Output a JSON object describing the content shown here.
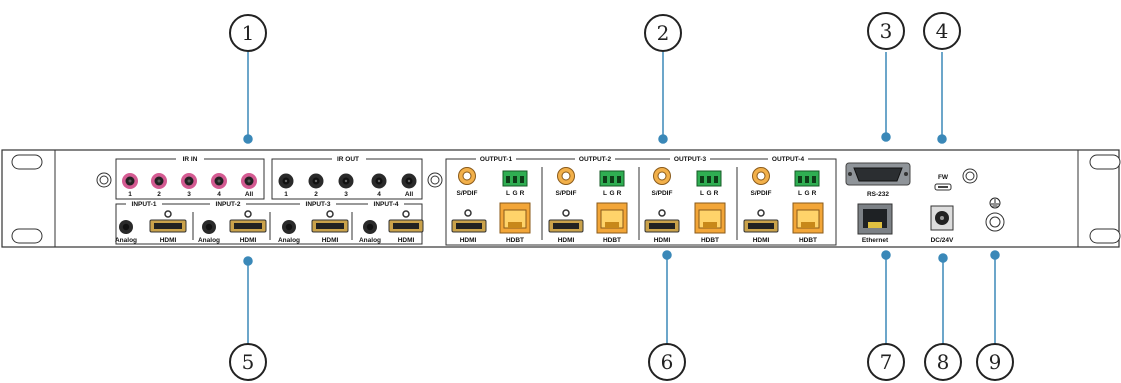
{
  "callouts": [
    "1",
    "2",
    "3",
    "4",
    "5",
    "6",
    "7",
    "8",
    "9"
  ],
  "panel": {
    "ir_in": {
      "title": "IR IN",
      "ports": [
        "1",
        "2",
        "3",
        "4",
        "All"
      ]
    },
    "ir_out": {
      "title": "IR OUT",
      "ports": [
        "1",
        "2",
        "3",
        "4",
        "All"
      ]
    },
    "inputs": [
      {
        "title": "INPUT-1",
        "analog": "Analog",
        "hdmi": "HDMI"
      },
      {
        "title": "INPUT-2",
        "analog": "Analog",
        "hdmi": "HDMI"
      },
      {
        "title": "INPUT-3",
        "analog": "Analog",
        "hdmi": "HDMI"
      },
      {
        "title": "INPUT-4",
        "analog": "Analog",
        "hdmi": "HDMI"
      }
    ],
    "outputs": [
      {
        "title": "OUTPUT-1",
        "spdif": "S/PDIF",
        "l": "L",
        "g": "G",
        "r": "R",
        "hdmi": "HDMI",
        "hdbt": "HDBT"
      },
      {
        "title": "OUTPUT-2",
        "spdif": "S/PDIF",
        "l": "L",
        "g": "G",
        "r": "R",
        "hdmi": "HDMI",
        "hdbt": "HDBT"
      },
      {
        "title": "OUTPUT-3",
        "spdif": "S/PDIF",
        "l": "L",
        "g": "G",
        "r": "R",
        "hdmi": "HDMI",
        "hdbt": "HDBT"
      },
      {
        "title": "OUTPUT-4",
        "spdif": "S/PDIF",
        "l": "L",
        "g": "G",
        "r": "R",
        "hdmi": "HDMI",
        "hdbt": "HDBT"
      }
    ],
    "rs232": "RS-232",
    "ethernet": "Ethernet",
    "fw": "FW",
    "power": "DC/24V"
  },
  "colors": {
    "callout_line": "#3a88b8",
    "ir_in_ring": "#c2447f",
    "terminal_green": "#25a84a",
    "rj45_orange": "#f0a030",
    "spdif_orange": "#e8902a"
  }
}
